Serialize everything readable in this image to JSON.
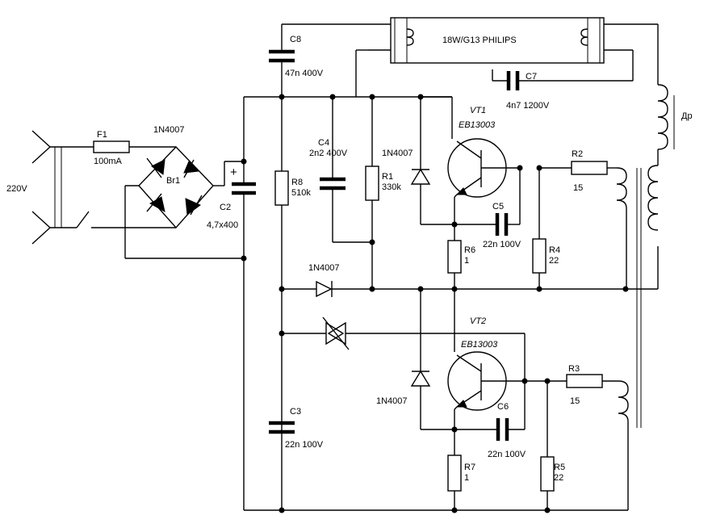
{
  "title": "",
  "labels": {
    "mains": "220V",
    "fuse_ref": "F1",
    "fuse_val": "100mA",
    "bridge_diode_type": "1N4007",
    "bridge_ref": "Br1",
    "c2_ref": "C2",
    "c2_val": "4,7x400",
    "c2_plus": "+",
    "c8_ref": "C8",
    "c8_val": "47n 400V",
    "lamp": "18W/G13  PHILIPS",
    "c7_ref": "C7",
    "c7_val": "4n7 1200V",
    "choke": "Др",
    "c4_ref": "C4",
    "c4_val": "2n2 400V",
    "r8_ref": "R8",
    "r8_val": "510k",
    "r1_ref": "R1",
    "r1_val": "330k",
    "d_top": "1N4007",
    "vt1_ref": "VT1",
    "vt1_type": "EB13003",
    "r2_ref": "R2",
    "r2_val": "15",
    "c5_ref": "C5",
    "c5_val": "22n 100V",
    "r6_ref": "R6",
    "r6_val": "1",
    "r4_ref": "R4",
    "r4_val": "22",
    "d_mid": "1N4007",
    "vt2_ref": "VT2",
    "vt2_type": "EB13003",
    "r3_ref": "R3",
    "r3_val": "15",
    "d_bot": "1N4007",
    "c6_ref": "C6",
    "c6_val": "22n 100V",
    "c3_ref": "C3",
    "c3_val": "22n 100V",
    "r7_ref": "R7",
    "r7_val": "1",
    "r5_ref": "R5",
    "r5_val": "22"
  }
}
